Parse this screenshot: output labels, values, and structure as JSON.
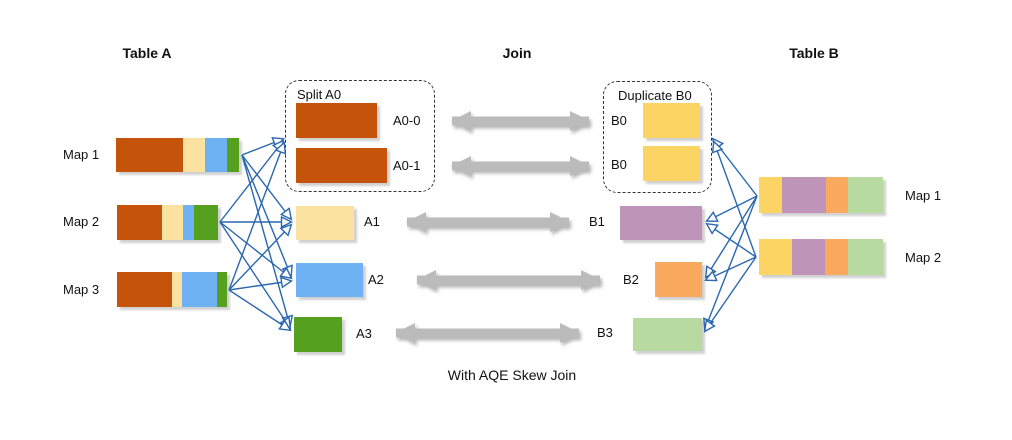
{
  "titles": {
    "table_a": "Table A",
    "join": "Join",
    "table_b": "Table B"
  },
  "caption": "With AQE Skew Join",
  "colors": {
    "skew_orange": "#C5540A",
    "pale_yellow": "#FCE2A0",
    "sky_blue": "#6FB2F3",
    "green": "#55A01E",
    "gold": "#FBD464",
    "mauve": "#BF94B9",
    "orange": "#FAAA5F",
    "light_green": "#B6DA9F",
    "arrow_gray": "#BBBBBB",
    "arrow_blue": "#2A67B0"
  },
  "table_a": {
    "maps": [
      {
        "label": "Map 1",
        "segments": [
          {
            "color": "skew_orange",
            "width": 67
          },
          {
            "color": "pale_yellow",
            "width": 22
          },
          {
            "color": "sky_blue",
            "width": 22
          },
          {
            "color": "green",
            "width": 12
          }
        ]
      },
      {
        "label": "Map 2",
        "segments": [
          {
            "color": "skew_orange",
            "width": 45
          },
          {
            "color": "pale_yellow",
            "width": 21
          },
          {
            "color": "sky_blue",
            "width": 11
          },
          {
            "color": "green",
            "width": 24
          }
        ]
      },
      {
        "label": "Map 3",
        "segments": [
          {
            "color": "skew_orange",
            "width": 55
          },
          {
            "color": "pale_yellow",
            "width": 10
          },
          {
            "color": "sky_blue",
            "width": 35
          },
          {
            "color": "green",
            "width": 10
          }
        ]
      }
    ]
  },
  "table_b": {
    "maps": [
      {
        "label": "Map 1",
        "segments": [
          {
            "color": "gold",
            "width": 23
          },
          {
            "color": "mauve",
            "width": 44
          },
          {
            "color": "orange",
            "width": 22
          },
          {
            "color": "light_green",
            "width": 35
          }
        ]
      },
      {
        "label": "Map 2",
        "segments": [
          {
            "color": "gold",
            "width": 33
          },
          {
            "color": "mauve",
            "width": 33
          },
          {
            "color": "orange",
            "width": 23
          },
          {
            "color": "light_green",
            "width": 35
          }
        ]
      }
    ]
  },
  "split_box": {
    "title": "Split A0",
    "items": [
      {
        "label": "A0-0"
      },
      {
        "label": "A0-1"
      }
    ]
  },
  "a_partitions": [
    {
      "label": "A1"
    },
    {
      "label": "A2"
    },
    {
      "label": "A3"
    }
  ],
  "duplicate_box": {
    "title": "Duplicate B0",
    "items": [
      {
        "label": "B0"
      },
      {
        "label": "B0"
      }
    ]
  },
  "b_partitions": [
    {
      "label": "B1"
    },
    {
      "label": "B2"
    },
    {
      "label": "B3"
    }
  ]
}
